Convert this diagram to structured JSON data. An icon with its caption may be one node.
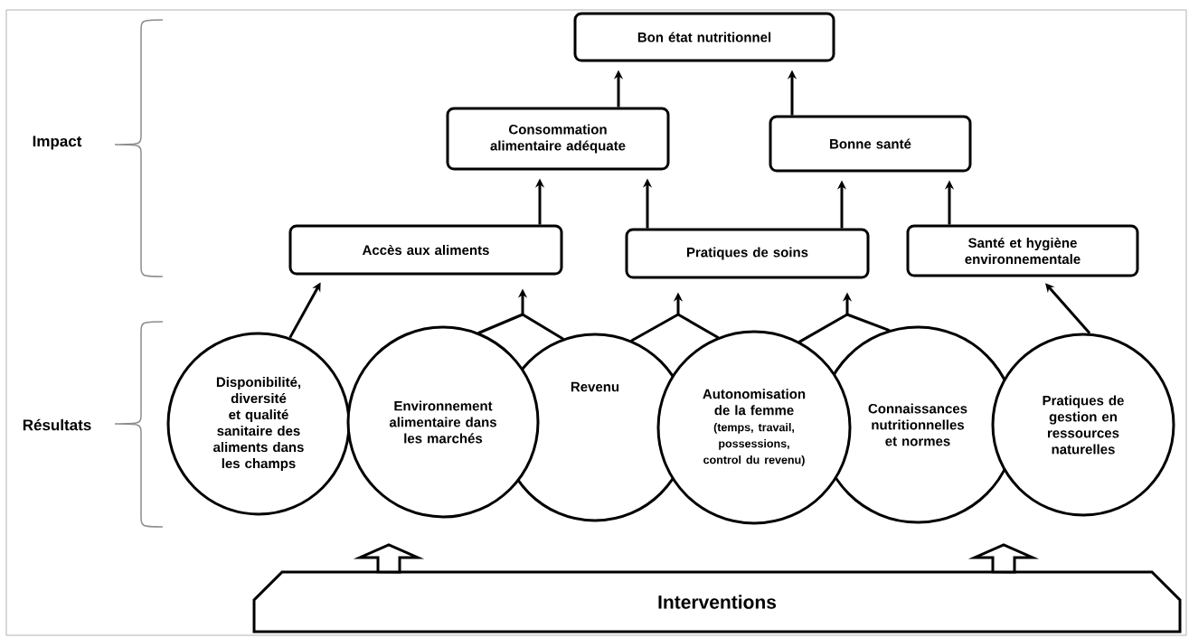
{
  "diagram": {
    "nodes": [
      {
        "text": [
          "Bon état nutritionnel"
        ]
      },
      {
        "text": [
          "Consommation alimentaire adéquate"
        ]
      },
      {
        "text": [
          "Bonne santé"
        ]
      },
      {
        "text": [
          "Accès aux aliments"
        ]
      },
      {
        "text": [
          "Pratiques de soins"
        ]
      },
      {
        "text": [
          "Santé et hygiène environnementale"
        ]
      },
      {
        "text": [
          "Disponibilité, diversité et qualité sanitaire des aliments dans les champs"
        ]
      },
      {
        "text": [
          "Environnement alimentaire dans les marchés"
        ]
      },
      {
        "text": [
          "Revenu"
        ]
      },
      {
        "text": [
          "Autonomisation de la femme",
          "(temps, travail, possessions, control du revenu)"
        ]
      },
      {
        "text": [
          "Connaissances nutritionnelles et normes"
        ]
      },
      {
        "text": [
          "Pratiques de gestion en ressources naturelles"
        ]
      },
      {
        "text": [
          "Interventions"
        ]
      }
    ],
    "edges": [
      {
        "from": 1,
        "to": 0,
        "arrow": "to"
      },
      {
        "from": 2,
        "to": 0,
        "arrow": "to"
      },
      {
        "from": 3,
        "to": 1,
        "arrow": "to"
      },
      {
        "from": 4,
        "to": 1,
        "arrow": "to"
      },
      {
        "from": 4,
        "to": 2,
        "arrow": "to"
      },
      {
        "from": 5,
        "to": 2,
        "arrow": "to"
      },
      {
        "from": 6,
        "to": 3,
        "arrow": "to"
      },
      {
        "from": 7,
        "to": 3,
        "arrow": "to"
      },
      {
        "from": 8,
        "to": 3,
        "arrow": "to"
      },
      {
        "from": 8,
        "to": 4,
        "arrow": "to"
      },
      {
        "from": 9,
        "to": 4,
        "arrow": "to"
      },
      {
        "from": 9,
        "to": 4,
        "arrow": "to"
      },
      {
        "from": 10,
        "to": 4,
        "arrow": "to"
      },
      {
        "from": 11,
        "to": 5,
        "arrow": "to"
      },
      {
        "from": 12,
        "to": null,
        "arrow": "to"
      },
      {
        "from": 12,
        "to": null,
        "arrow": "to"
      }
    ],
    "labels": [
      "Impact",
      "Résultats"
    ]
  }
}
